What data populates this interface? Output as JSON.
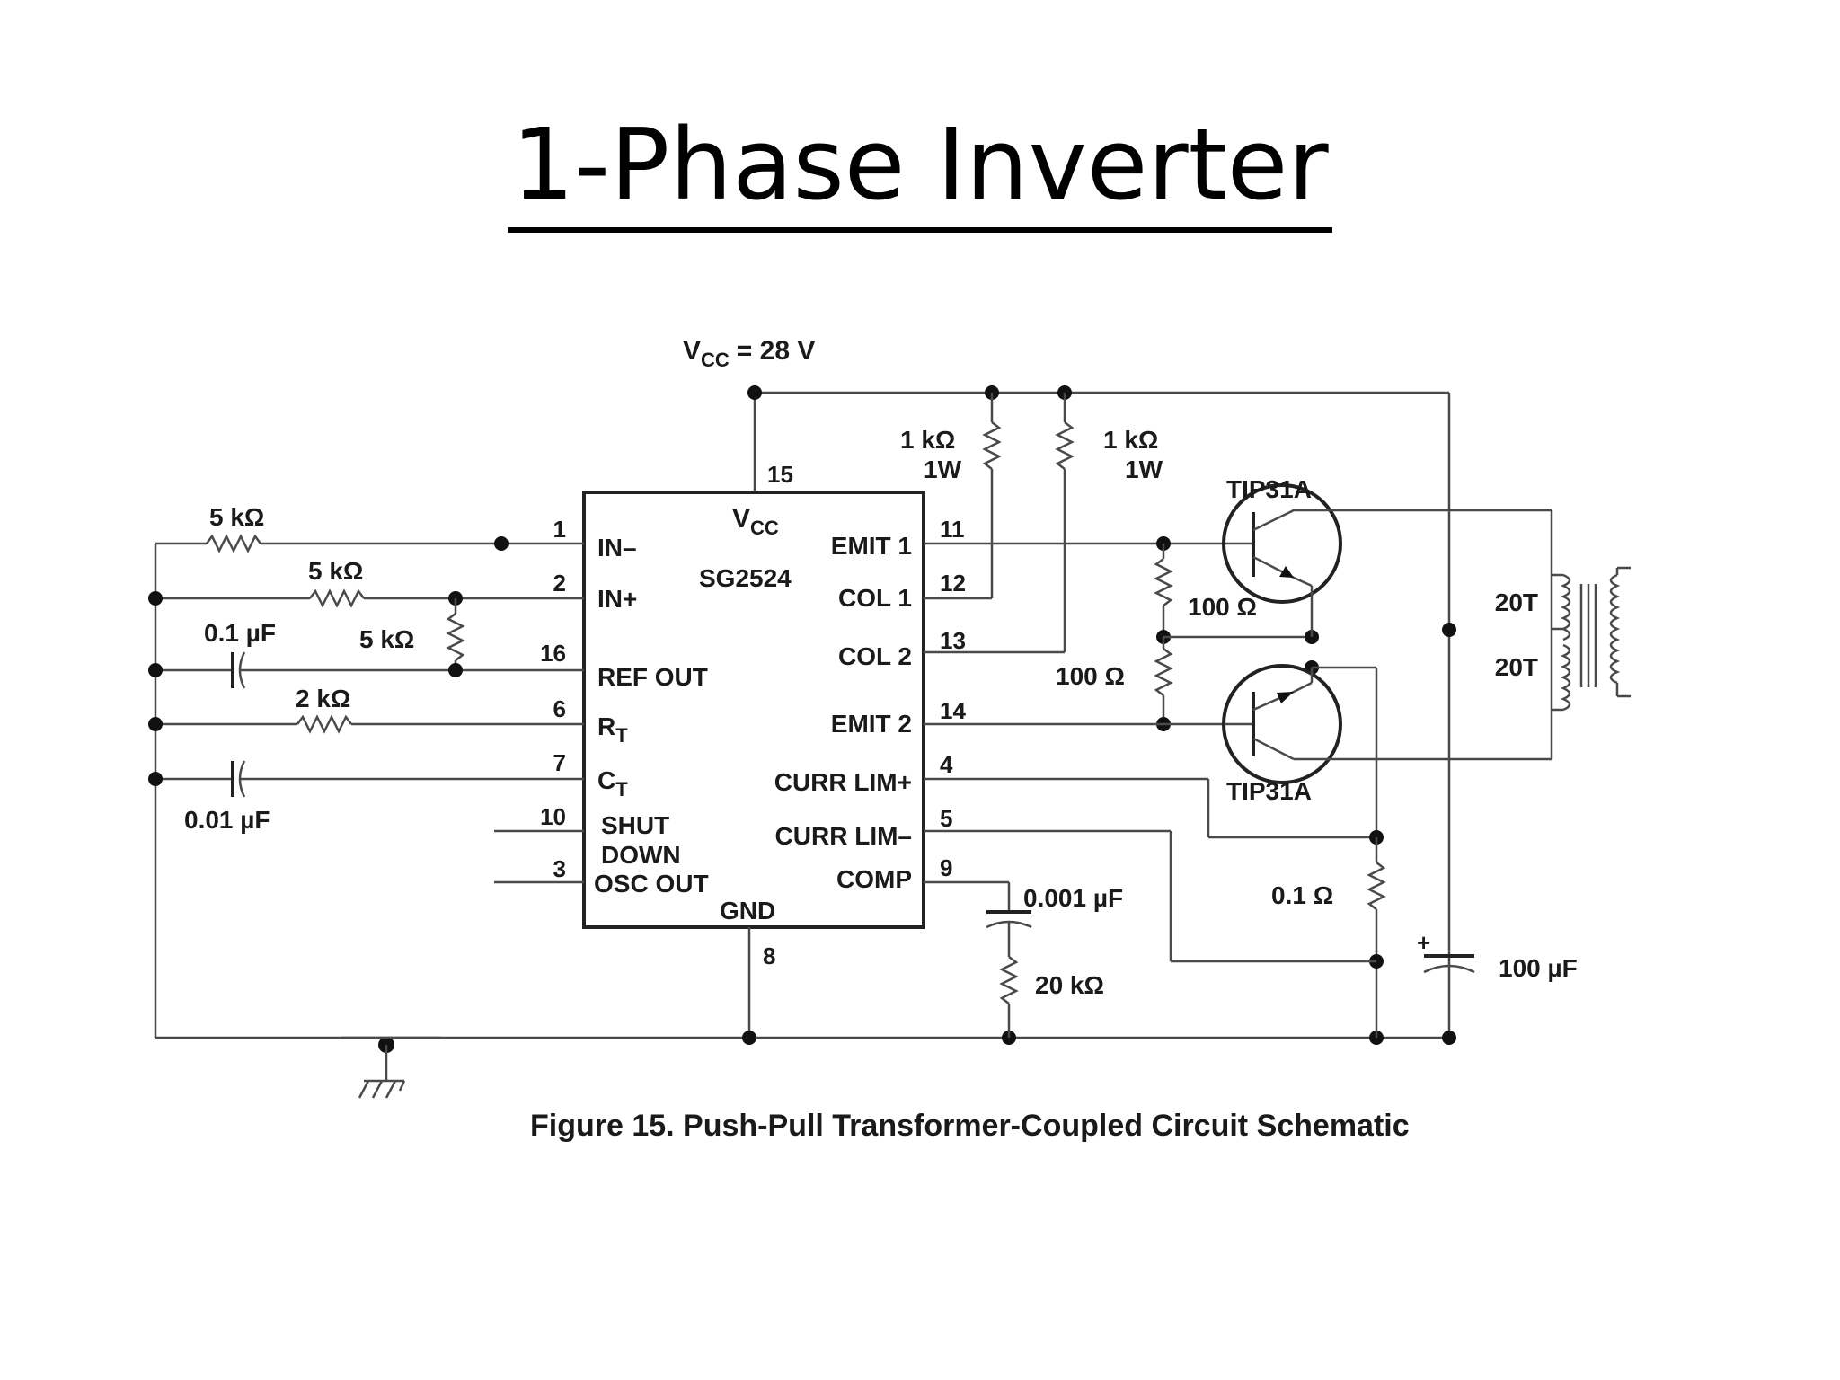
{
  "title": "1-Phase Inverter",
  "caption": "Figure 15.  Push-Pull Transformer-Coupled Circuit Schematic",
  "supply": "= 28 V",
  "ic": {
    "part": "SG2524",
    "left_pins": [
      {
        "num": "1",
        "label": "IN–"
      },
      {
        "num": "2",
        "label": "IN+"
      },
      {
        "num": "16",
        "label": "REF OUT"
      },
      {
        "num": "6",
        "label": "R"
      },
      {
        "num": "7",
        "label": "C"
      },
      {
        "num": "10",
        "label_line1": "SHUT",
        "label_line2": "DOWN"
      },
      {
        "num": "3",
        "label": "OSC OUT"
      }
    ],
    "right_pins": [
      {
        "num": "11",
        "label": "EMIT 1"
      },
      {
        "num": "12",
        "label": "COL 1"
      },
      {
        "num": "13",
        "label": "COL 2"
      },
      {
        "num": "14",
        "label": "EMIT 2"
      },
      {
        "num": "4",
        "label": "CURR LIM+"
      },
      {
        "num": "5",
        "label": "CURR LIM–"
      },
      {
        "num": "9",
        "label": "COMP"
      }
    ],
    "top_pin": {
      "num": "15"
    },
    "bottom_pin": {
      "num": "8",
      "label": "GND"
    },
    "sub_t": "T",
    "sub_cc": "CC"
  },
  "components": {
    "r_in_minus": "5 kΩ",
    "r_in_plus": "5 kΩ",
    "r_divider": "5 kΩ",
    "c_ref": "0.1 µF",
    "r_t": "2 kΩ",
    "c_t": "0.01 µF",
    "r_col1_value": "1 kΩ",
    "r_col1_power": "1W",
    "r_col2_value": "1 kΩ",
    "r_col2_power": "1W",
    "r_base1": "100 Ω",
    "r_base2": "100 Ω",
    "q1": "TIP31A",
    "q2": "TIP31A",
    "r_sense": "0.1 Ω",
    "c_comp": "0.001 µF",
    "r_comp": "20 kΩ",
    "c_bulk": "100 µF",
    "c_bulk_polarity": "+",
    "winding_top": "20T",
    "winding_bottom": "20T"
  }
}
